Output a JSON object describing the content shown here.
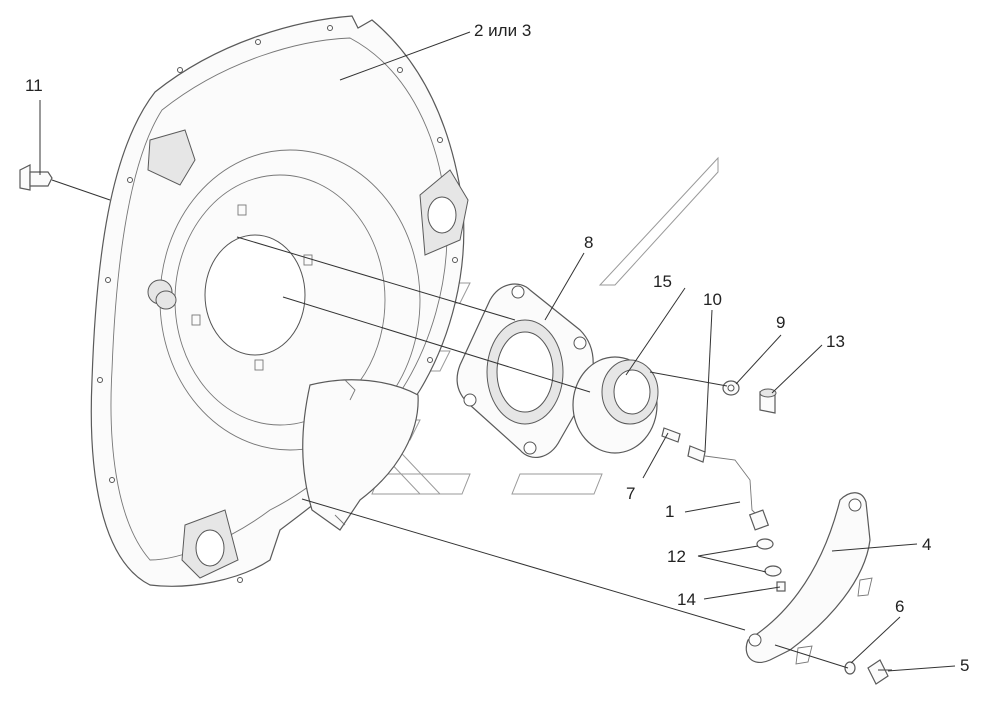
{
  "diagram": {
    "callouts": [
      {
        "id": "c-2-3",
        "text": "2 или 3"
      },
      {
        "id": "c-11",
        "text": "11"
      },
      {
        "id": "c-8",
        "text": "8"
      },
      {
        "id": "c-15",
        "text": "15"
      },
      {
        "id": "c-10",
        "text": "10"
      },
      {
        "id": "c-9",
        "text": "9"
      },
      {
        "id": "c-13",
        "text": "13"
      },
      {
        "id": "c-7",
        "text": "7"
      },
      {
        "id": "c-1",
        "text": "1"
      },
      {
        "id": "c-4",
        "text": "4"
      },
      {
        "id": "c-12",
        "text": "12"
      },
      {
        "id": "c-14",
        "text": "14"
      },
      {
        "id": "c-6",
        "text": "6"
      },
      {
        "id": "c-5",
        "text": "5"
      }
    ]
  }
}
